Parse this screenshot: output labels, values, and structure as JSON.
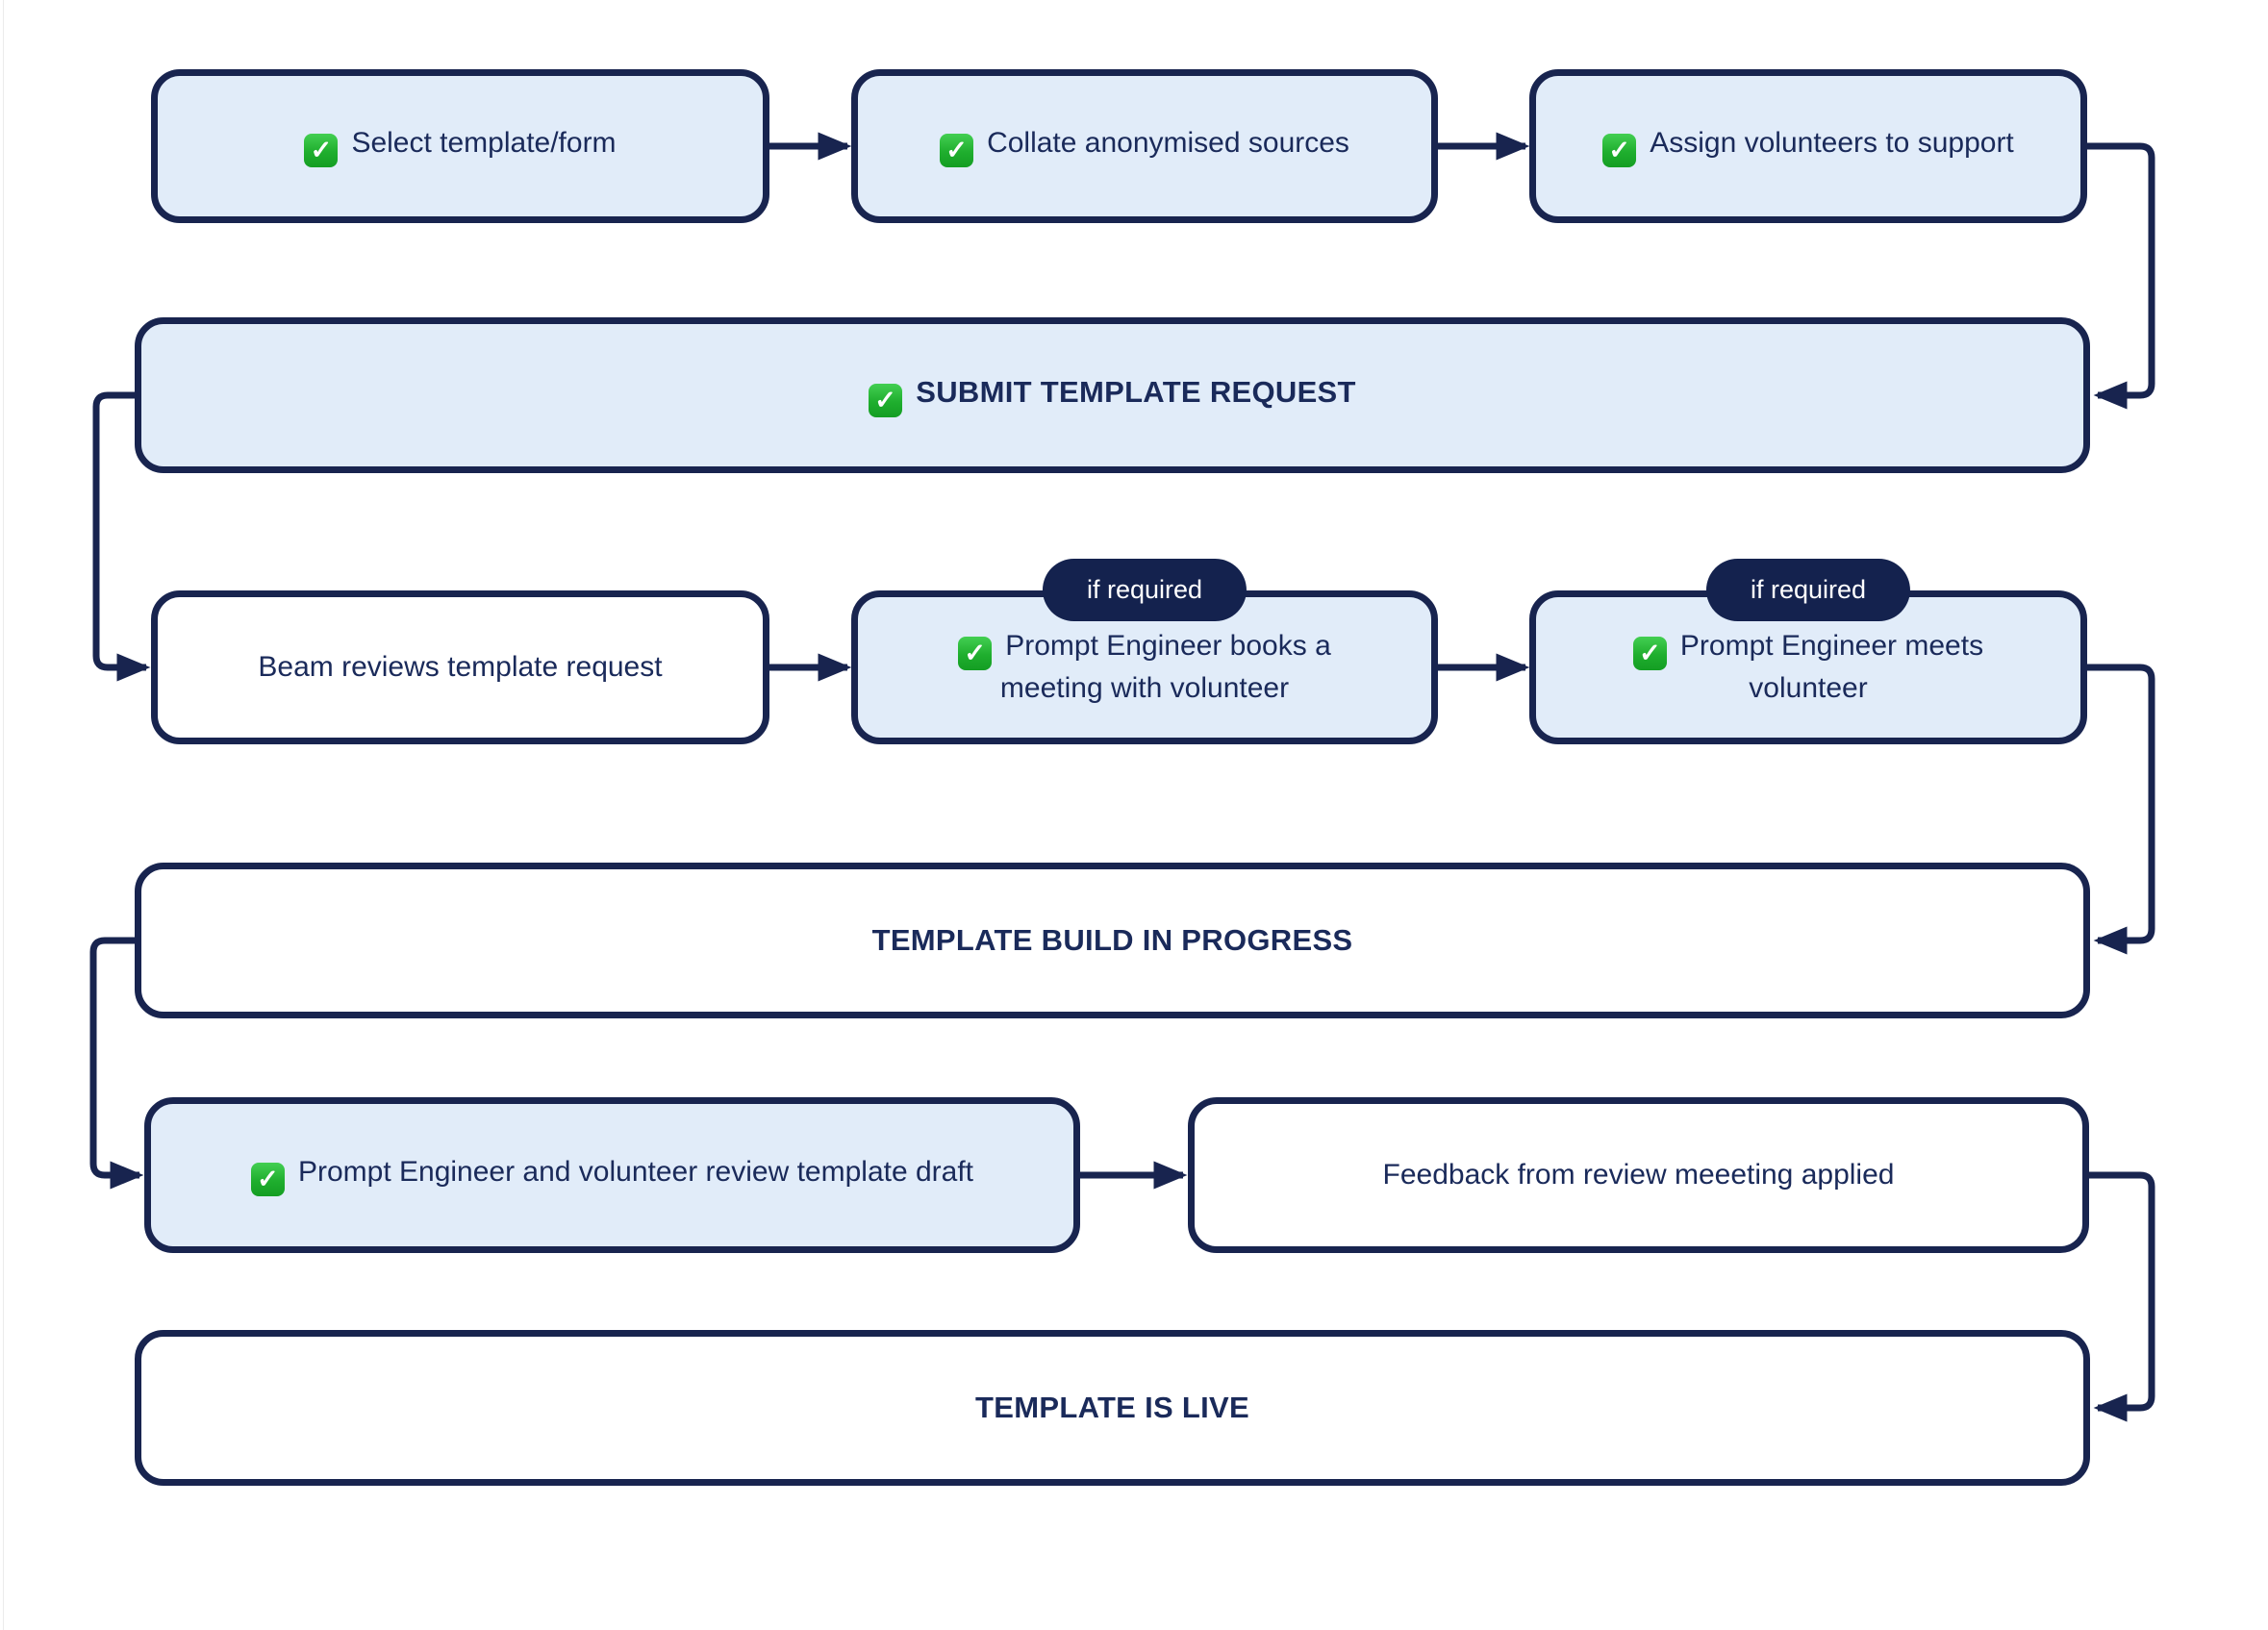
{
  "diagram": {
    "badge_label": "if required",
    "colors": {
      "node_border": "#18244f",
      "node_fill_done": "#e1ecf9",
      "node_fill_plain": "#ffffff",
      "text": "#1a2a5a",
      "badge_background": "#14224e",
      "badge_text": "#ffffff",
      "check_green": "#1fae2e",
      "connector": "#18244f"
    },
    "nodes": [
      {
        "label": "Select template/form",
        "checked": true
      },
      {
        "label": "Collate anonymised sources",
        "checked": true
      },
      {
        "label": "Assign volunteers to support",
        "checked": true
      },
      {
        "label": "SUBMIT TEMPLATE REQUEST",
        "checked": true
      },
      {
        "label": "Beam reviews template request",
        "checked": false
      },
      {
        "label": "Prompt Engineer books a meeting with volunteer",
        "checked": true,
        "badge": "if required"
      },
      {
        "label": "Prompt Engineer meets volunteer",
        "checked": true,
        "badge": "if required"
      },
      {
        "label": "TEMPLATE BUILD IN PROGRESS",
        "checked": false
      },
      {
        "label": "Prompt Engineer and volunteer review template draft",
        "checked": true
      },
      {
        "label": "Feedback from review meeeting applied",
        "checked": false
      },
      {
        "label": "TEMPLATE IS LIVE",
        "checked": false
      }
    ]
  }
}
